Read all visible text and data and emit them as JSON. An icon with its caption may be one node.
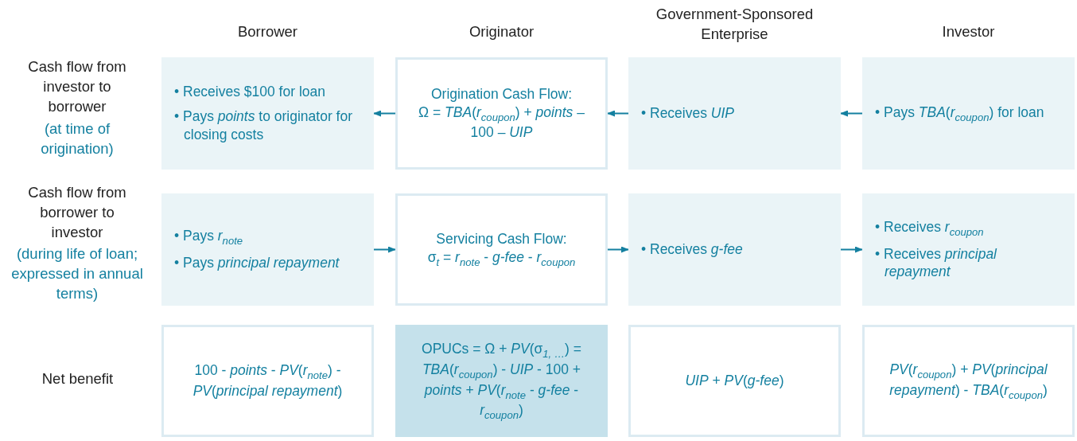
{
  "diagram": {
    "nodes": [
      {
        "text": [
          "• Receives $100 for loan",
          "• Pays *points* to originator for closing costs"
        ]
      },
      {
        "text": [
          "Origination Cash Flow:",
          "Ω = *TBA*(*r*$_{coupon}$) + *points* – 100 – *UIP*"
        ]
      },
      {
        "text": [
          "• Receives *UIP*"
        ]
      },
      {
        "text": [
          "• Pays *TBA*(*r*$_{coupon}$) for loan"
        ]
      },
      {
        "text": [
          "• Pays *r*$_{note}$",
          "• Pays *principal repayment*"
        ]
      },
      {
        "text": [
          "Servicing Cash Flow:",
          "σ$_{t}$ = *r*$_{note}$ - *g-fee* - *r*$_{coupon}$"
        ]
      },
      {
        "text": [
          "• Receives *g-fee*"
        ]
      },
      {
        "text": [
          "• Receives *r*$_{coupon}$",
          "• Receives *principal repayment*"
        ]
      },
      {
        "text": [
          "100 - *points* - *PV*(*r*$_{note}$) - *PV*(*principal repayment*)"
        ]
      },
      {
        "text": [
          "OPUCs = Ω + *PV*(σ$_{1, …}$) = *TBA*(*r*$_{coupon}$) - *UIP* - 100 + *points* + *PV*(*r*$_{note}$ - *g-fee* - *r*$_{coupon}$)"
        ]
      },
      {
        "text": [
          "*UIP* + *PV*(*g-fee*)"
        ]
      },
      {
        "text": [
          "*PV*(*r*$_{coupon}$) + *PV*(*principal repayment*) - *TBA*(*r*$_{coupon}$)"
        ]
      }
    ],
    "edges": [
      {
        "from": 1,
        "to": 0,
        "arrow": "to"
      },
      {
        "from": 2,
        "to": 1,
        "arrow": "to"
      },
      {
        "from": 3,
        "to": 2,
        "arrow": "to"
      },
      {
        "from": 4,
        "to": 5,
        "arrow": "to"
      },
      {
        "from": 5,
        "to": 6,
        "arrow": "to"
      },
      {
        "from": 6,
        "to": 7,
        "arrow": "to"
      }
    ],
    "labels": [
      "Borrower",
      "Originator",
      "Government-Sponsored Enterprise",
      "Investor",
      "Cash flow from investor to borrower",
      "(at time of origination)",
      "Cash flow from borrower to investor",
      "(during life of loan; expressed in annual terms)",
      "Net benefit"
    ]
  }
}
